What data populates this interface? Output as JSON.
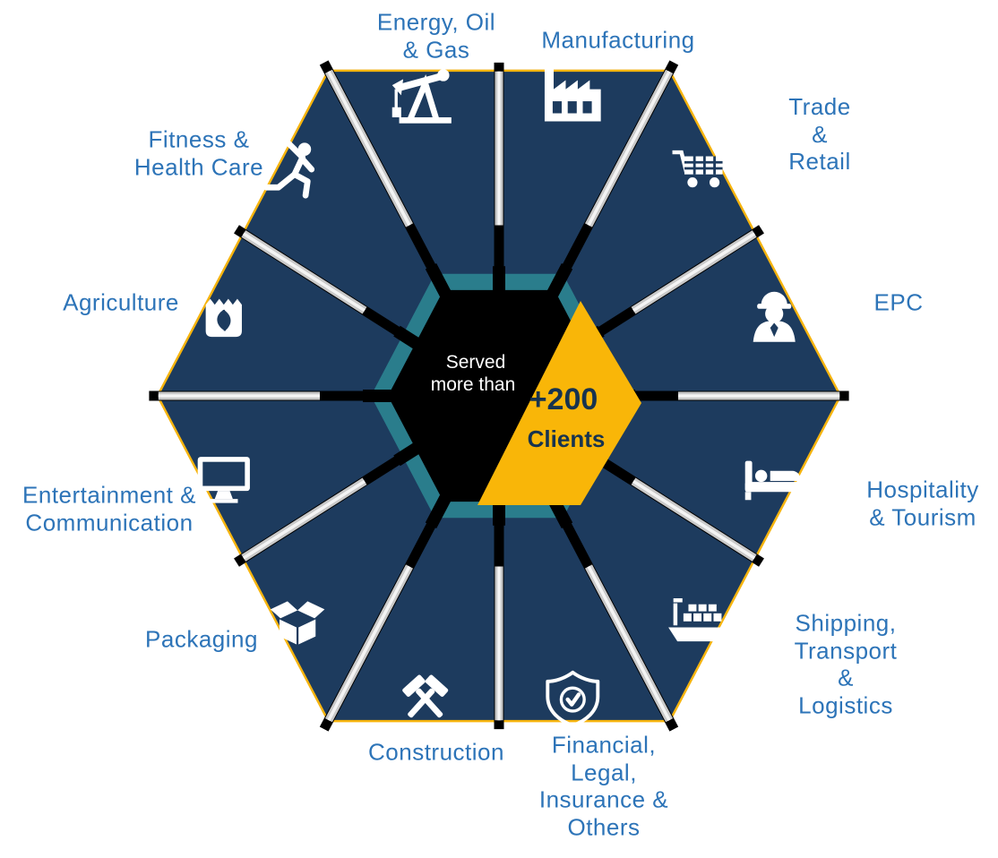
{
  "center": {
    "served_line1": "Served",
    "served_line2": "more than",
    "count": "+200",
    "count_label": "Clients"
  },
  "colors": {
    "wedge_fill": "#1d3b5e",
    "wedge_border": "#f6b40e",
    "accent_yellow": "#f9b608",
    "label_text": "#2d74b8",
    "center_count_text": "#17334f",
    "served_text": "#ffffff",
    "ring_teal": "#2a7d8c",
    "spoke_silver": "#c9c9c9",
    "spoke_highlight": "#f4f4f4",
    "spoke_black": "#000000",
    "center_black": "#000000",
    "icon_white": "#ffffff"
  },
  "segments": [
    {
      "id": "manufacturing",
      "label_lines": [
        "Manufacturing"
      ],
      "icon": "factory-icon"
    },
    {
      "id": "energy-oil-gas",
      "label_lines": [
        "Energy, Oil",
        "& Gas"
      ],
      "icon": "oil-pump-icon"
    },
    {
      "id": "fitness-health-care",
      "label_lines": [
        "Fitness &",
        "Health Care"
      ],
      "icon": "fitness-icon"
    },
    {
      "id": "agriculture",
      "label_lines": [
        "Agriculture"
      ],
      "icon": "seed-bag-icon"
    },
    {
      "id": "entertainment-communication",
      "label_lines": [
        "Entertainment &",
        "Communication"
      ],
      "icon": "monitor-icon"
    },
    {
      "id": "packaging",
      "label_lines": [
        "Packaging"
      ],
      "icon": "open-box-icon"
    },
    {
      "id": "construction",
      "label_lines": [
        "Construction"
      ],
      "icon": "hammers-icon"
    },
    {
      "id": "financial-legal-insurance-others",
      "label_lines": [
        "Financial,",
        "Legal,",
        "Insurance &",
        "Others"
      ],
      "icon": "shield-check-icon"
    },
    {
      "id": "shipping-transport-logistics",
      "label_lines": [
        "Shipping,",
        "Transport",
        "&",
        "Logistics"
      ],
      "icon": "cargo-ship-icon"
    },
    {
      "id": "hospitality-tourism",
      "label_lines": [
        "Hospitality",
        "& Tourism"
      ],
      "icon": "bed-icon"
    },
    {
      "id": "epc",
      "label_lines": [
        "EPC"
      ],
      "icon": "engineer-icon"
    },
    {
      "id": "trade-retail",
      "label_lines": [
        "Trade",
        "&",
        "Retail"
      ],
      "icon": "cart-icon"
    }
  ]
}
